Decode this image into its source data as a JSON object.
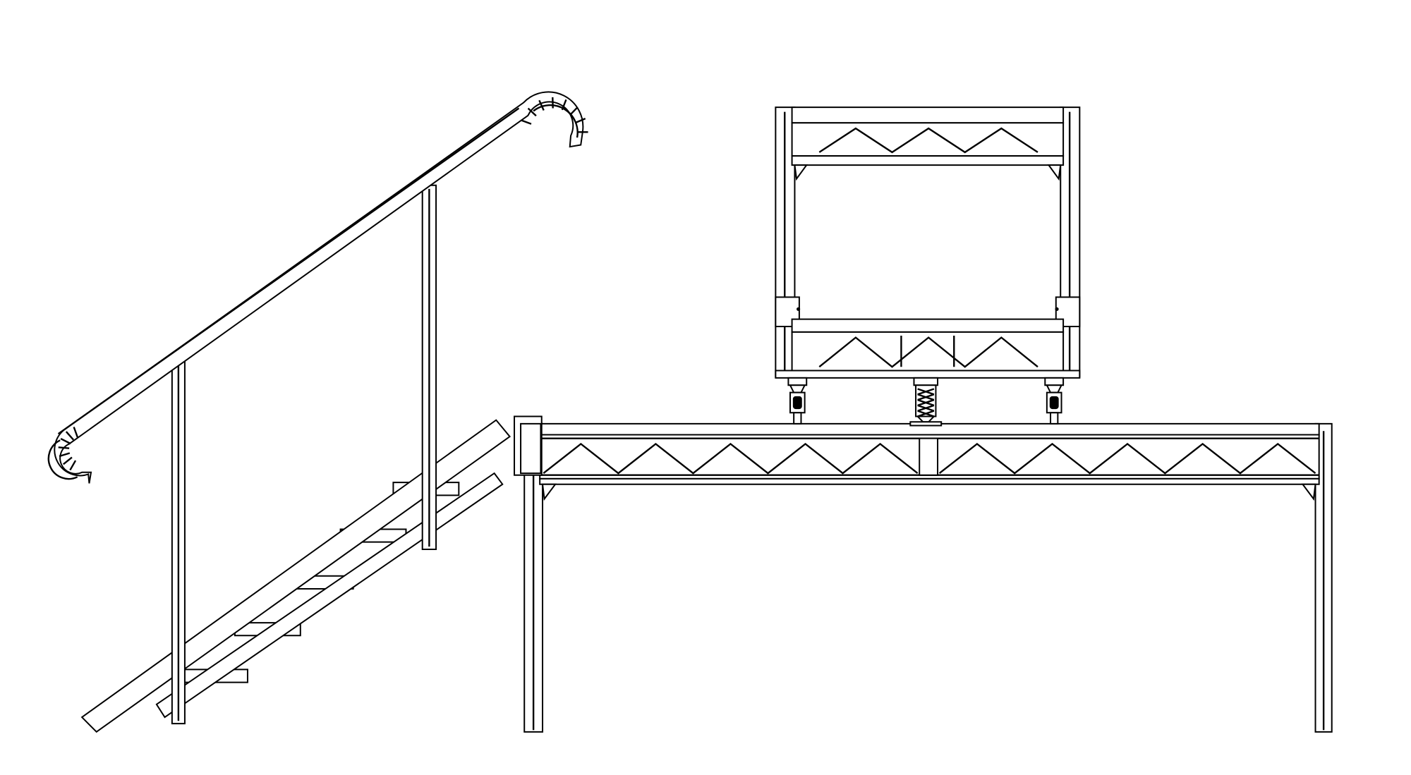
{
  "figure": {
    "components": [
      "handrail",
      "stair",
      "stage-platform",
      "upper-platform-on-casters"
    ],
    "line_color": "#000000",
    "background": "#ffffff",
    "counts": {
      "stair_treads": 5,
      "stage_truss_bays": 10,
      "upper_top_truss_bays": 3,
      "upper_bottom_truss_bays": 3,
      "casters": 2
    }
  }
}
